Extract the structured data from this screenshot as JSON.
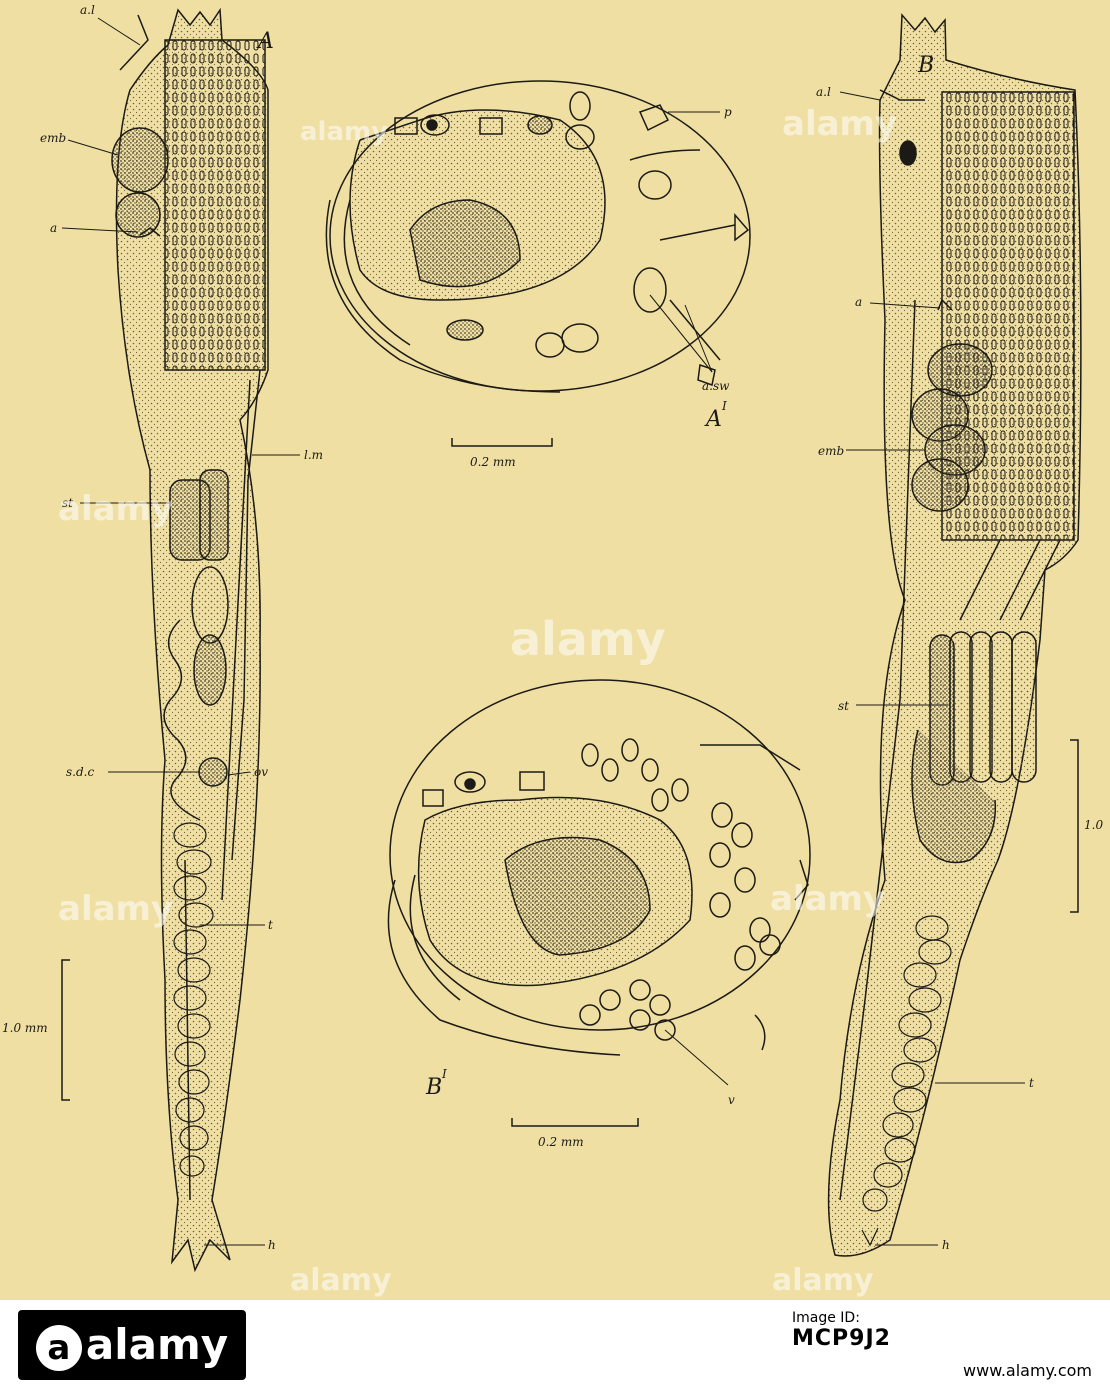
{
  "figure": {
    "panels": {
      "A": "A",
      "A_prime": "A",
      "A_prime_mark": "I",
      "B": "B",
      "B_prime": "B",
      "B_prime_mark": "I"
    },
    "labels": {
      "al_A": "a.l",
      "emb_A": "emb",
      "a_A": "a",
      "lm": "l.m",
      "st_A": "st",
      "sdc": "s.d.c",
      "ov": "ov",
      "t_A": "t",
      "h_A": "h",
      "p": "p",
      "asw": "a.sw",
      "v": "v",
      "al_B": "a.l",
      "a_B": "a",
      "emb_B": "emb",
      "st_B": "st",
      "t_B": "t",
      "h_B": "h"
    },
    "scales": {
      "A": "1.0 mm",
      "A_prime": "0.2 mm",
      "B_prime": "0.2 mm",
      "B": "1.0"
    }
  },
  "watermark": {
    "text": "alamy"
  },
  "footer": {
    "logo": "alamy",
    "logo_letter": "a",
    "image_id_label": "Image ID:",
    "image_id": "MCP9J2",
    "url": "www.alamy.com"
  },
  "colors": {
    "paper": "#efdfa3",
    "ink": "#1c1a14",
    "stipple": "#9a8b5c"
  }
}
